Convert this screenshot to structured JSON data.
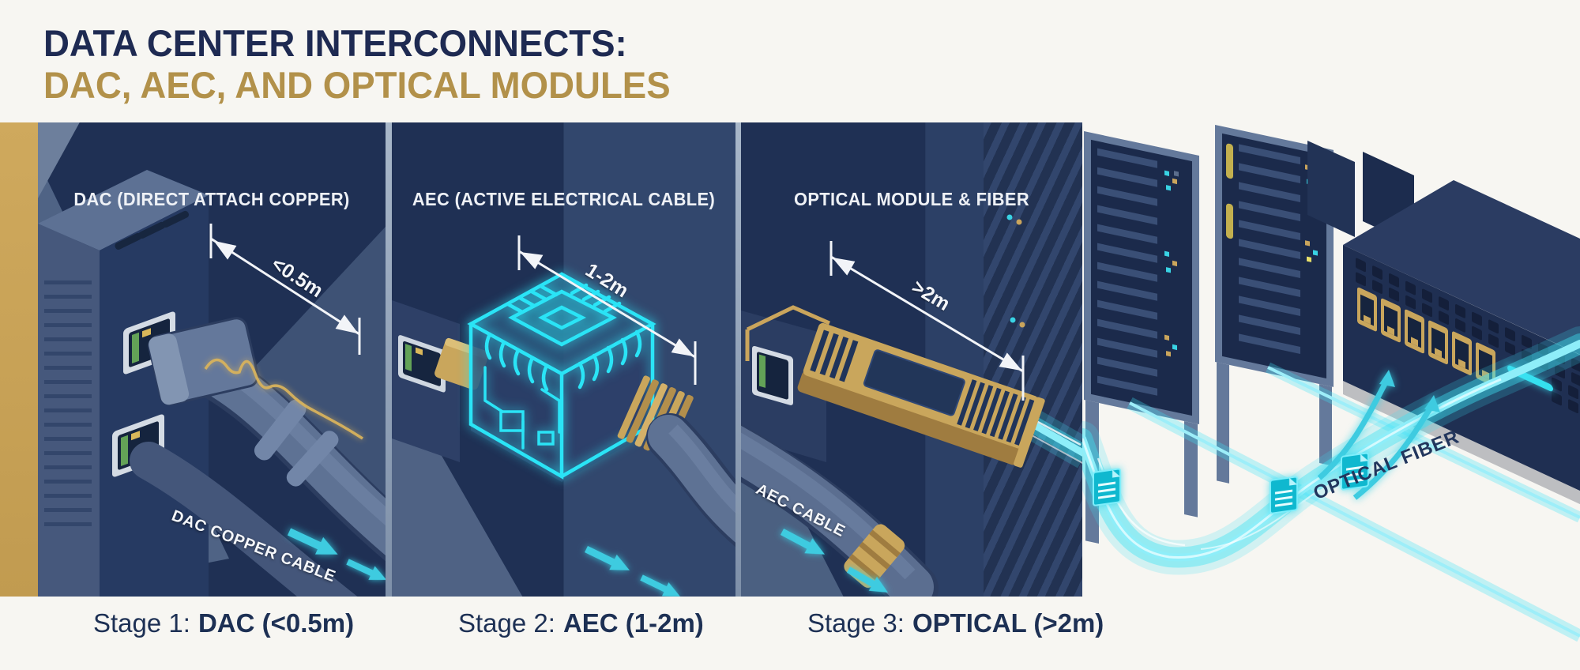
{
  "title": {
    "line1": "DATA CENTER INTERCONNECTS:",
    "line2": "DAC, AEC, AND OPTICAL MODULES"
  },
  "panels": [
    {
      "id": "dac",
      "header": "DAC (DIRECT ATTACH COPPER)",
      "distance": "<0.5m",
      "cable_label": "DAC COPPER CABLE"
    },
    {
      "id": "aec",
      "header": "AEC (ACTIVE ELECTRICAL CABLE)",
      "distance": "1-2m",
      "cable_label": "AEC CABLE"
    },
    {
      "id": "optical",
      "header": "OPTICAL MODULE & FIBER",
      "distance": ">2m",
      "cable_label": "OPTICAL FIBER"
    }
  ],
  "stages": [
    {
      "prefix": "Stage 1:",
      "value": "DAC (<0.5m)"
    },
    {
      "prefix": "Stage 2:",
      "value": "AEC (1-2m)"
    },
    {
      "prefix": "Stage 3:",
      "value": "OPTICAL (>2m)"
    }
  ],
  "colors": {
    "background": "#f7f6f2",
    "title_navy": "#1e2a52",
    "title_gold": "#b2914a",
    "panel_navy": "#1f3054",
    "panel_slate": "#54688a",
    "gold_accent": "#c9a45a",
    "copper_gold": "#c9a65c",
    "cyan_glow": "#2fd9ec",
    "label_white": "#f4f6fa",
    "stage_text": "#1d3054"
  }
}
